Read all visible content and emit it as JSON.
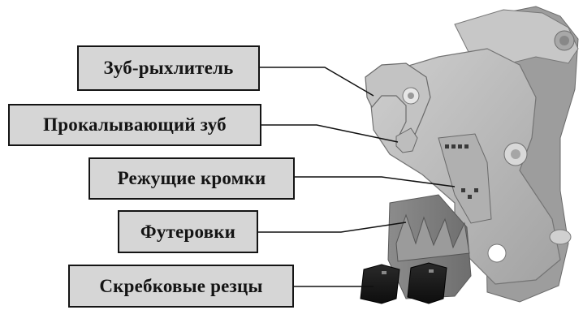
{
  "labels": [
    {
      "id": "ripper",
      "text": "Зуб-рыхлитель"
    },
    {
      "id": "piercing",
      "text": "Прокалывающий зуб"
    },
    {
      "id": "cutting",
      "text": "Режущие кромки"
    },
    {
      "id": "liners",
      "text": "Футеровки"
    },
    {
      "id": "scrapers",
      "text": "Скребковые резцы"
    }
  ]
}
